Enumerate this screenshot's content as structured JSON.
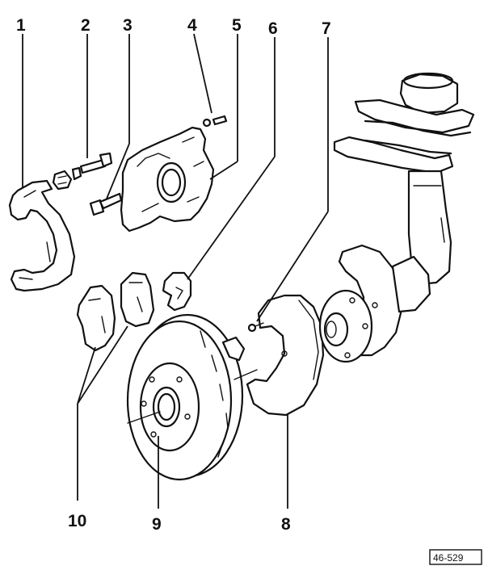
{
  "callouts": {
    "c1": "1",
    "c2": "2",
    "c3": "3",
    "c4": "4",
    "c5": "5",
    "c6": "6",
    "c7": "7",
    "c8": "8",
    "c9": "9",
    "c10": "10"
  },
  "reference_code": "46-529"
}
